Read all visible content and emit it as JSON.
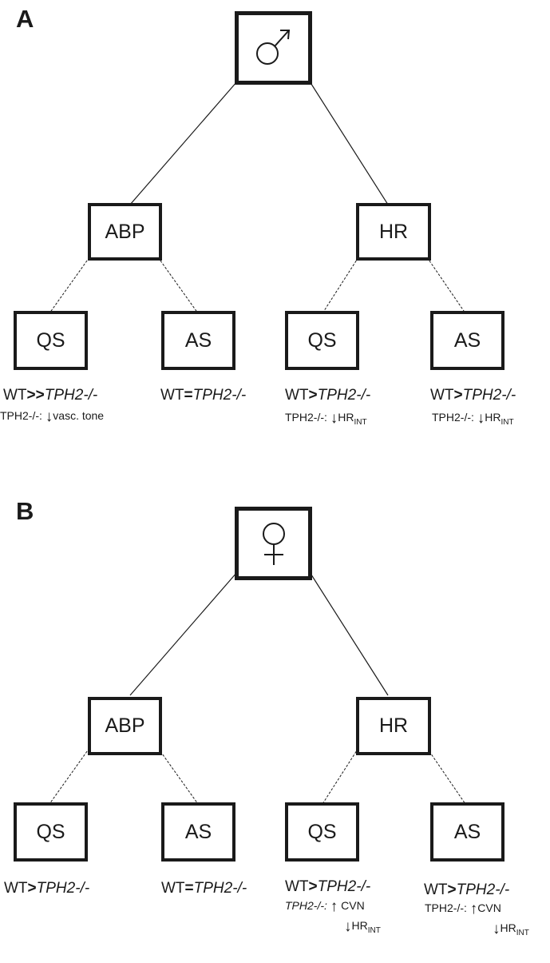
{
  "panels": [
    {
      "letter": "A",
      "symbol": "male-symbol",
      "nodes": {
        "left": "ABP",
        "right": "HR",
        "ll": "QS",
        "lr": "AS",
        "rl": "QS",
        "rr": "AS"
      },
      "comparisons": {
        "ll": {
          "pre": "WT",
          "op": ">>",
          "post": "TPH2-/-"
        },
        "lr": {
          "pre": "WT",
          "op": "=",
          "post": "TPH2-/-"
        },
        "rl": {
          "pre": "WT",
          "op": ">",
          "post": "TPH2-/-"
        },
        "rr": {
          "pre": "WT",
          "op": ">",
          "post": "TPH2-/-"
        }
      },
      "notes": {
        "ll": {
          "label": "TPH2-/-:",
          "arrow": "↓",
          "text": "vasc. tone"
        },
        "rl": {
          "label": "TPH2-/-:",
          "arrow": "↓",
          "text": "HR",
          "sub": "INT"
        },
        "rr": {
          "label": "TPH2-/-:",
          "arrow": "↓",
          "text": "HR",
          "sub": "INT"
        }
      }
    },
    {
      "letter": "B",
      "symbol": "female-symbol",
      "nodes": {
        "left": "ABP",
        "right": "HR",
        "ll": "QS",
        "lr": "AS",
        "rl": "QS",
        "rr": "AS"
      },
      "comparisons": {
        "ll": {
          "pre": "WT",
          "op": ">",
          "post": "TPH2-/-"
        },
        "lr": {
          "pre": "WT",
          "op": "=",
          "post": "TPH2-/-"
        },
        "rl": {
          "pre": "WT",
          "op": ">",
          "post": "TPH2-/-"
        },
        "rr": {
          "pre": "WT",
          "op": ">",
          "post": "TPH2-/-"
        }
      },
      "notes": {
        "rl": {
          "label": "TPH2-/-:",
          "arrow1": "↑",
          "text1": "CVN",
          "arrow2": "↓",
          "text2": "HR",
          "sub2": "INT"
        },
        "rr": {
          "label": "TPH2-/-:",
          "arrow1": "↑",
          "text1": "CVN",
          "arrow2": "↓",
          "text2": "HR",
          "sub2": "INT"
        }
      }
    }
  ]
}
